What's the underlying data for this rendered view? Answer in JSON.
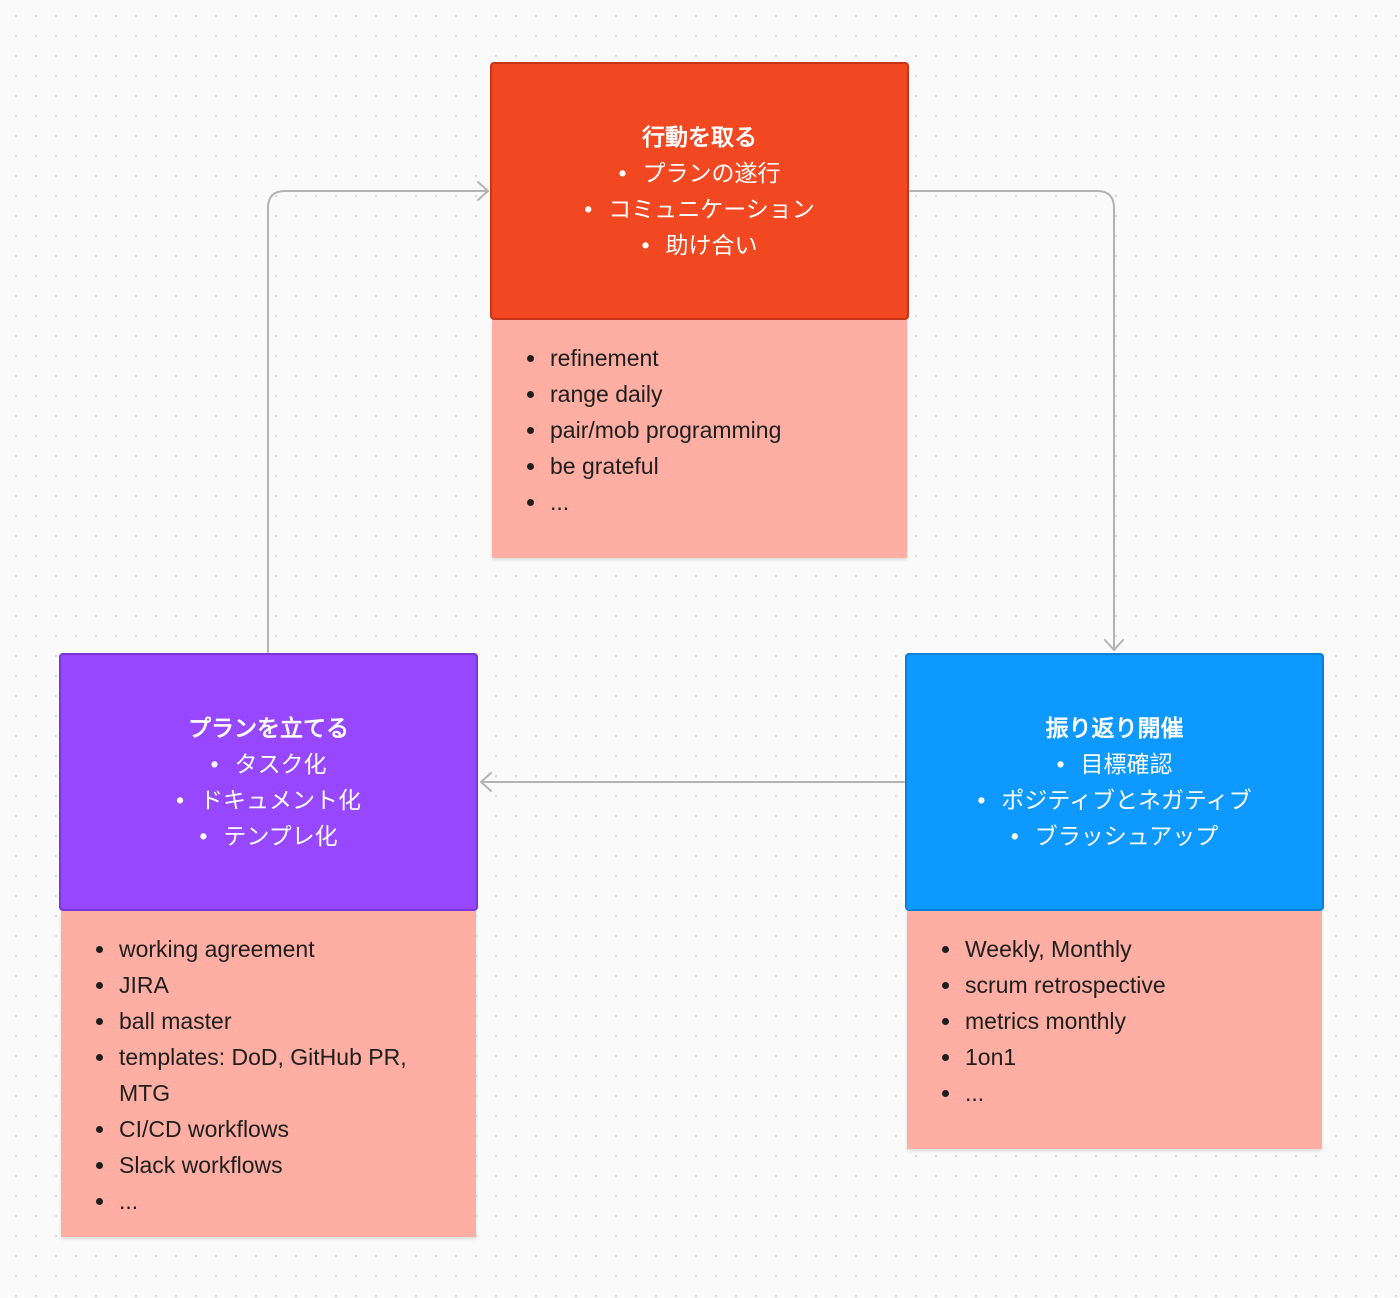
{
  "colors": {
    "action": "#f24822",
    "plan": "#9747ff",
    "review": "#0d99ff",
    "note": "#feaea3",
    "connector": "#b3b3b3"
  },
  "nodes": {
    "action": {
      "title": "行動を取る",
      "items": [
        "プランの遂行",
        "コミュニケーション",
        "助け合い"
      ]
    },
    "plan": {
      "title": "プランを立てる",
      "items": [
        "タスク化",
        "ドキュメント化",
        "テンプレ化"
      ]
    },
    "review": {
      "title": "振り返り開催",
      "items": [
        "目標確認",
        "ポジティブとネガティブ",
        "ブラッシュアップ"
      ]
    }
  },
  "notes": {
    "action": [
      "refinement",
      "range daily",
      "pair/mob programming",
      "be grateful",
      "..."
    ],
    "plan": [
      "working agreement",
      "JIRA",
      "ball master",
      "templates: DoD, GitHub PR, MTG",
      "CI/CD workflows",
      "Slack workflows",
      "..."
    ],
    "review": [
      "Weekly, Monthly",
      "scrum retrospective",
      "metrics monthly",
      "1on1",
      "..."
    ]
  },
  "edges": [
    {
      "from": "action",
      "to": "review"
    },
    {
      "from": "review",
      "to": "plan"
    },
    {
      "from": "plan",
      "to": "action"
    }
  ]
}
